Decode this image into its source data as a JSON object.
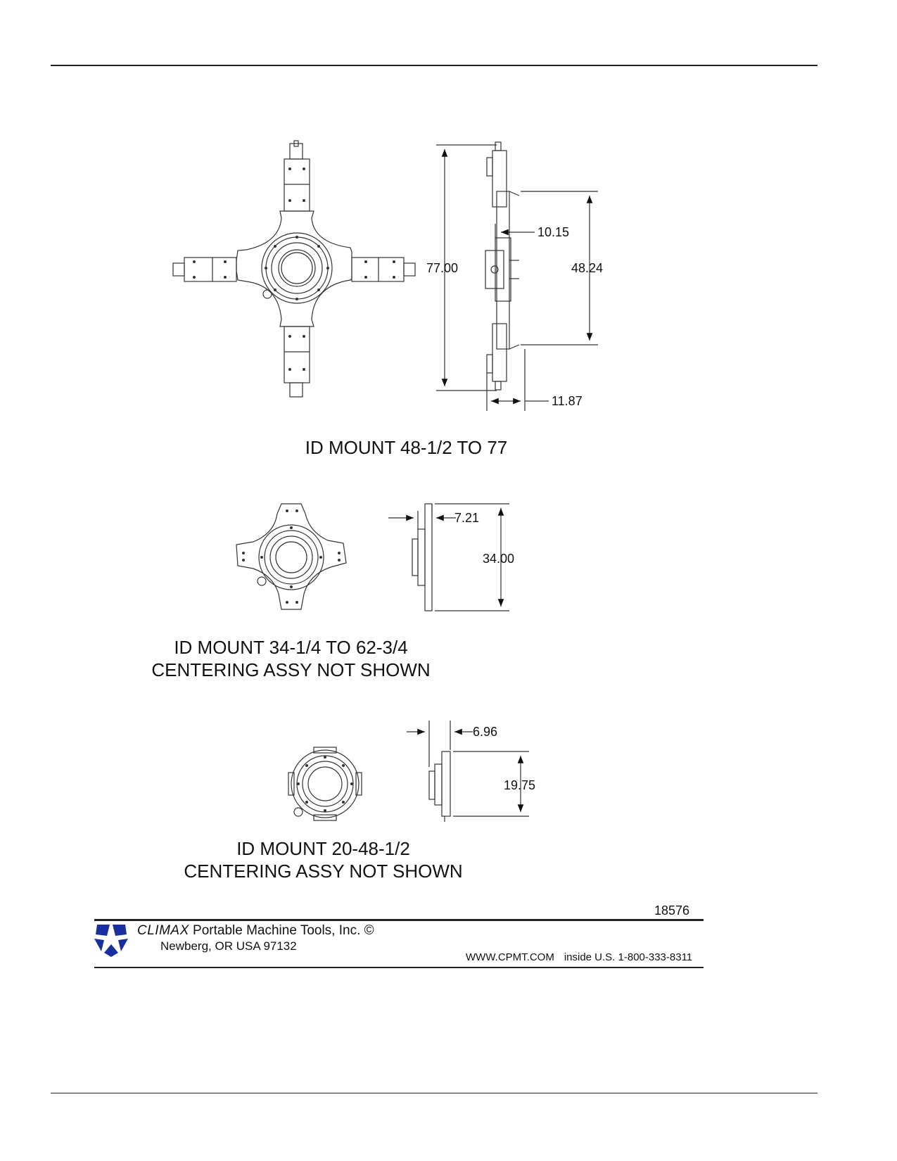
{
  "views": [
    {
      "title_lines": [
        "ID MOUNT 48-1/2 TO 77"
      ],
      "dimensions": [
        "77.00",
        "48.24",
        "10.15",
        "11.87"
      ]
    },
    {
      "title_lines": [
        "ID MOUNT 34-1/4 TO 62-3/4",
        "CENTERING ASSY NOT SHOWN"
      ],
      "dimensions": [
        "7.21",
        "34.00"
      ]
    },
    {
      "title_lines": [
        "ID MOUNT 20-48-1/2",
        "CENTERING ASSY NOT SHOWN"
      ],
      "dimensions": [
        "6.96",
        "19.75"
      ]
    }
  ],
  "footer": {
    "drawing_number": "18576",
    "company_brand": "CLIMAX",
    "company_rest": "Portable Machine Tools, Inc. ©",
    "address": "Newberg, OR USA 97132",
    "website": "WWW.CPMT.COM",
    "phone": "inside U.S. 1-800-333-8311"
  },
  "colors": {
    "logo": "#1a2f9e",
    "line": "#222222"
  }
}
